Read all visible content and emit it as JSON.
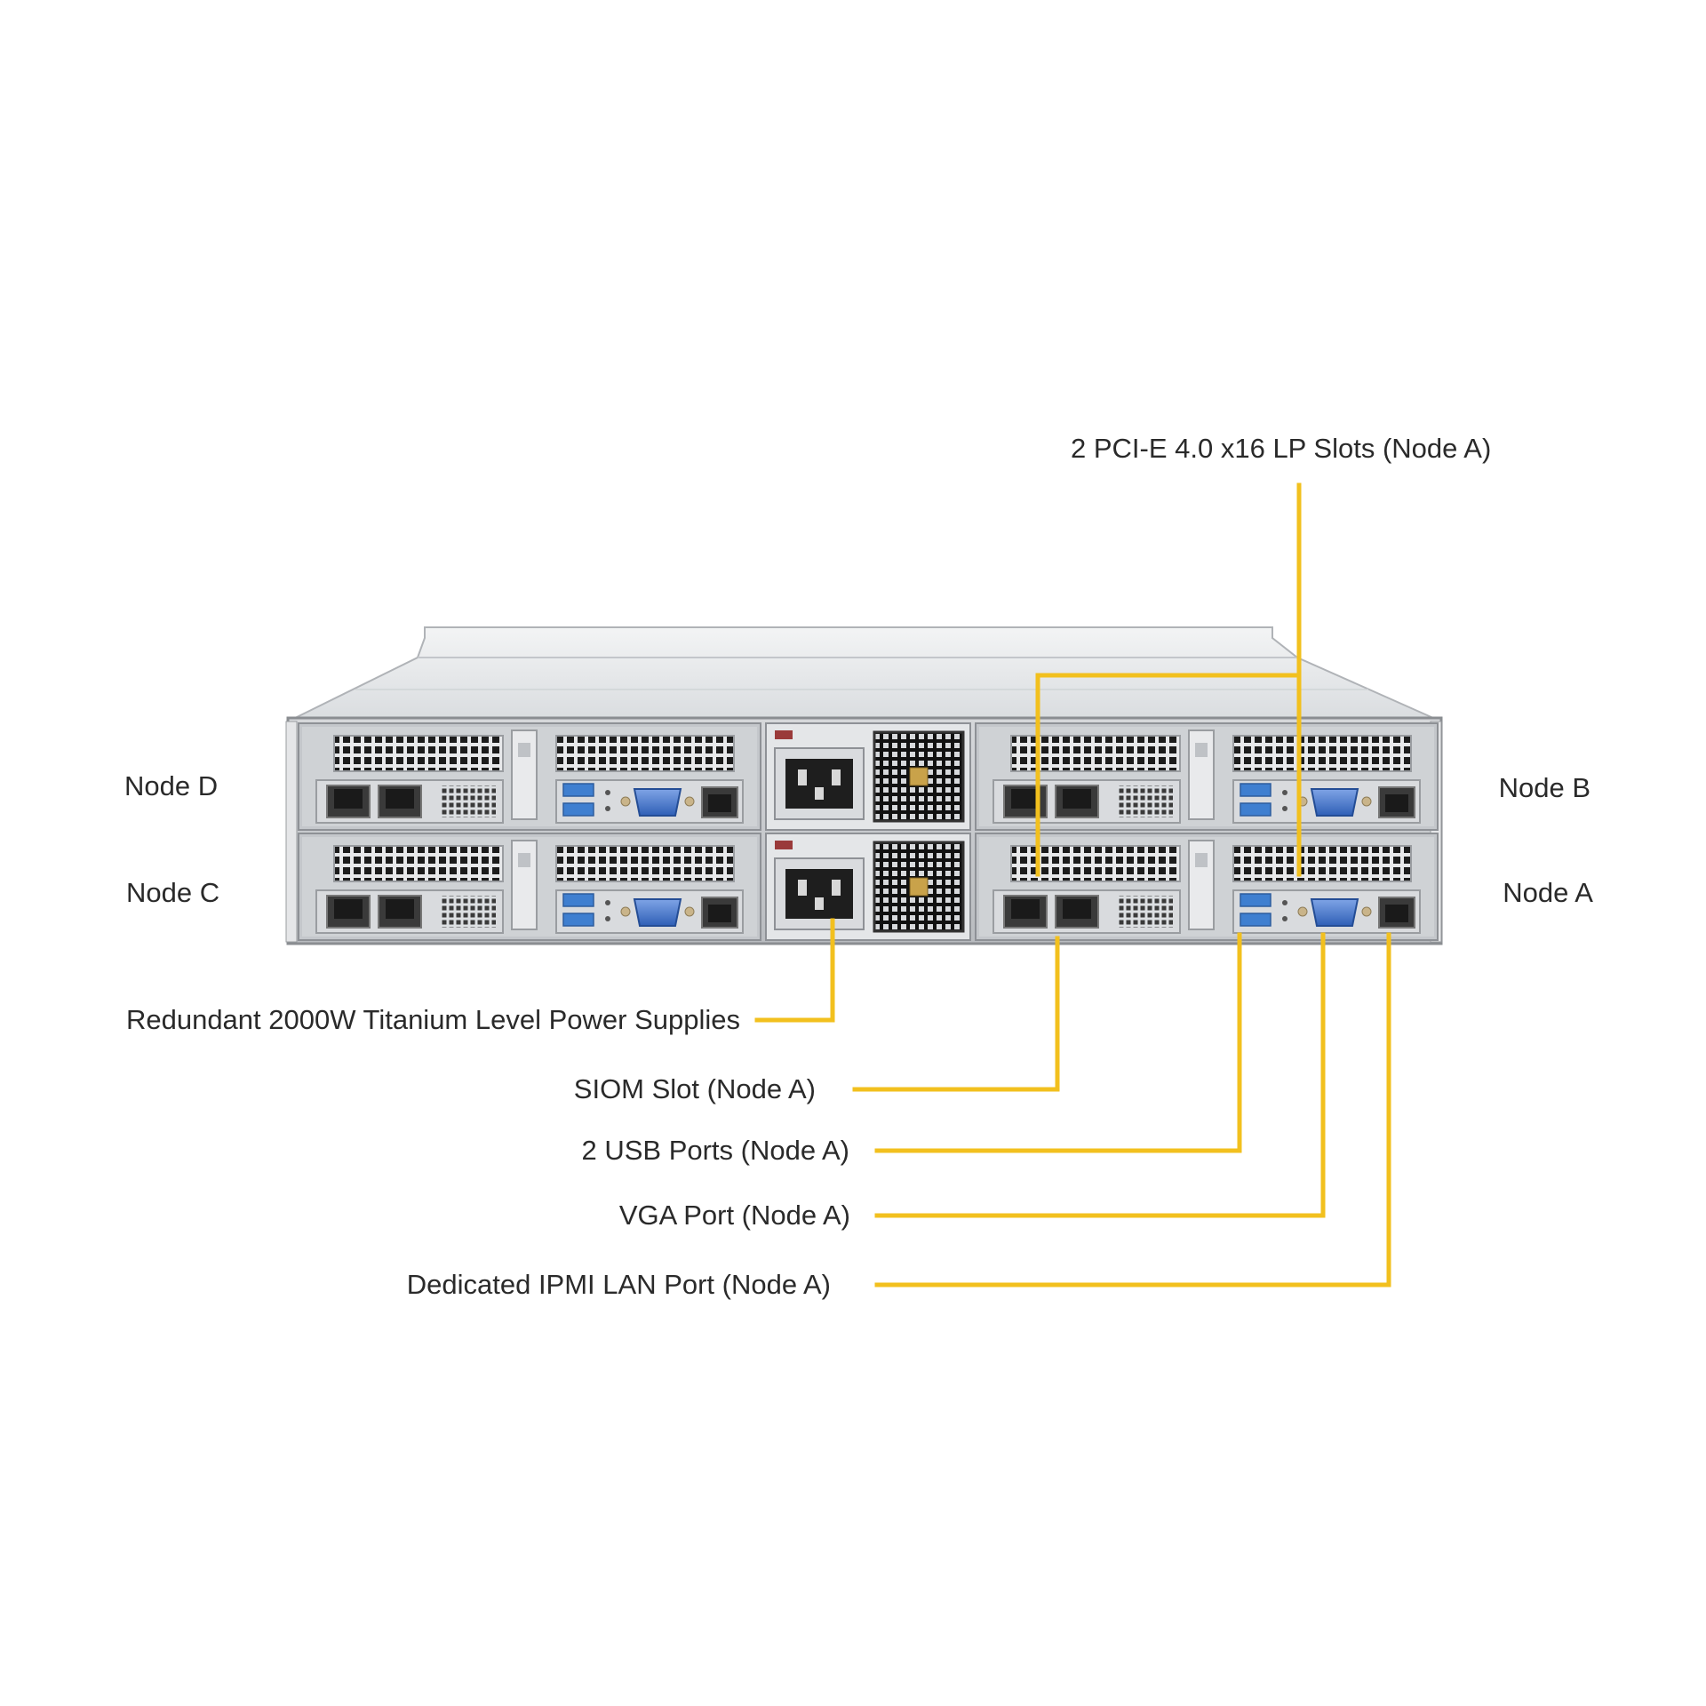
{
  "nodes": {
    "node_a": "Node A",
    "node_b": "Node B",
    "node_c": "Node C",
    "node_d": "Node D"
  },
  "callouts": {
    "pcie": "2 PCI-E 4.0 x16 LP Slots (Node A)",
    "psu": "Redundant  2000W Titanium  Level Power Supplies",
    "siom": "SIOM  Slot (Node A)",
    "usb": "2 USB Ports (Node A)",
    "vga": "VGA Port (Node A)",
    "ipmi": "Dedicated IPMI  LAN Port (Node A)"
  },
  "colors": {
    "leader": "#f2c01e",
    "chassis": "#c9ccd0",
    "usb": "#3f7fd0",
    "vga": "#3b6fc4"
  }
}
